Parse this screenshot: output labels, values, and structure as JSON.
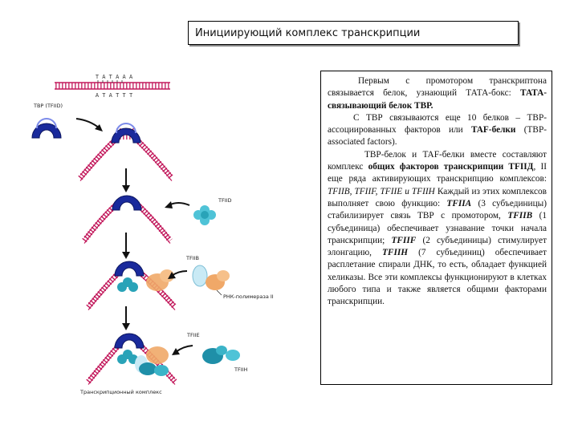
{
  "title": "Инициирующий комплекс транскрипции",
  "diagram": {
    "seq_top": "T A T A A A",
    "seq_bottom": "A T A T T T",
    "label_tbp": "TBP (TFIID)",
    "label_tfiid": "TFIID",
    "label_tfiib": "TFIIB",
    "label_rna_pol": "РНК-полимераза II",
    "label_tfiie": "TFIIE",
    "label_tfiih": "TFIIH",
    "label_complex": "Транскрипционный комплекс"
  },
  "text": {
    "p1_a": "Первым с промотором транскриптона связывается белок, узнающий ТАТА-бокс: ",
    "p1_b": "ТАТА-связывающий белок ТВР.",
    "p2_a": "С ТВР связываются еще 10 белков – ТВР-ассоциированных факторов или ",
    "p2_b": "TAF-белки",
    "p2_c": " (TBP-associated factors).",
    "p3_a": "ТВР-белок и TAF-белки вместе составляют комплекс ",
    "p3_b": "общих факторов транскрипции ТFIIД",
    "p3_c": ", II еще ряда активирующих транскрипцию комплексов: ",
    "p3_d": "TFIIB, TFIIF, TFIIE и TFIIH",
    "p3_e": " Каждый из этих комплексов выполняет свою функцию: ",
    "p3_f": "TFIIA",
    "p3_g": " (3 субъединицы) стабилизирует связь ТВР с промотором, ",
    "p3_h": "TFIIB",
    "p3_i": " (1 субъединица) обеспечивает узнавание точки начала транскрипции; ",
    "p3_j": "TFIIF",
    "p3_k": " (2 субъединицы) стимулирует элонгацию, ",
    "p3_l": "TFIIH",
    "p3_m": " (7 субъединиц) обеспечивает расплетание спирали ДНК, то есть, обладает функцией хеликазы. Все эти комплексы функционируют в клетках любого типа и также является общими факторами транскрипции."
  }
}
